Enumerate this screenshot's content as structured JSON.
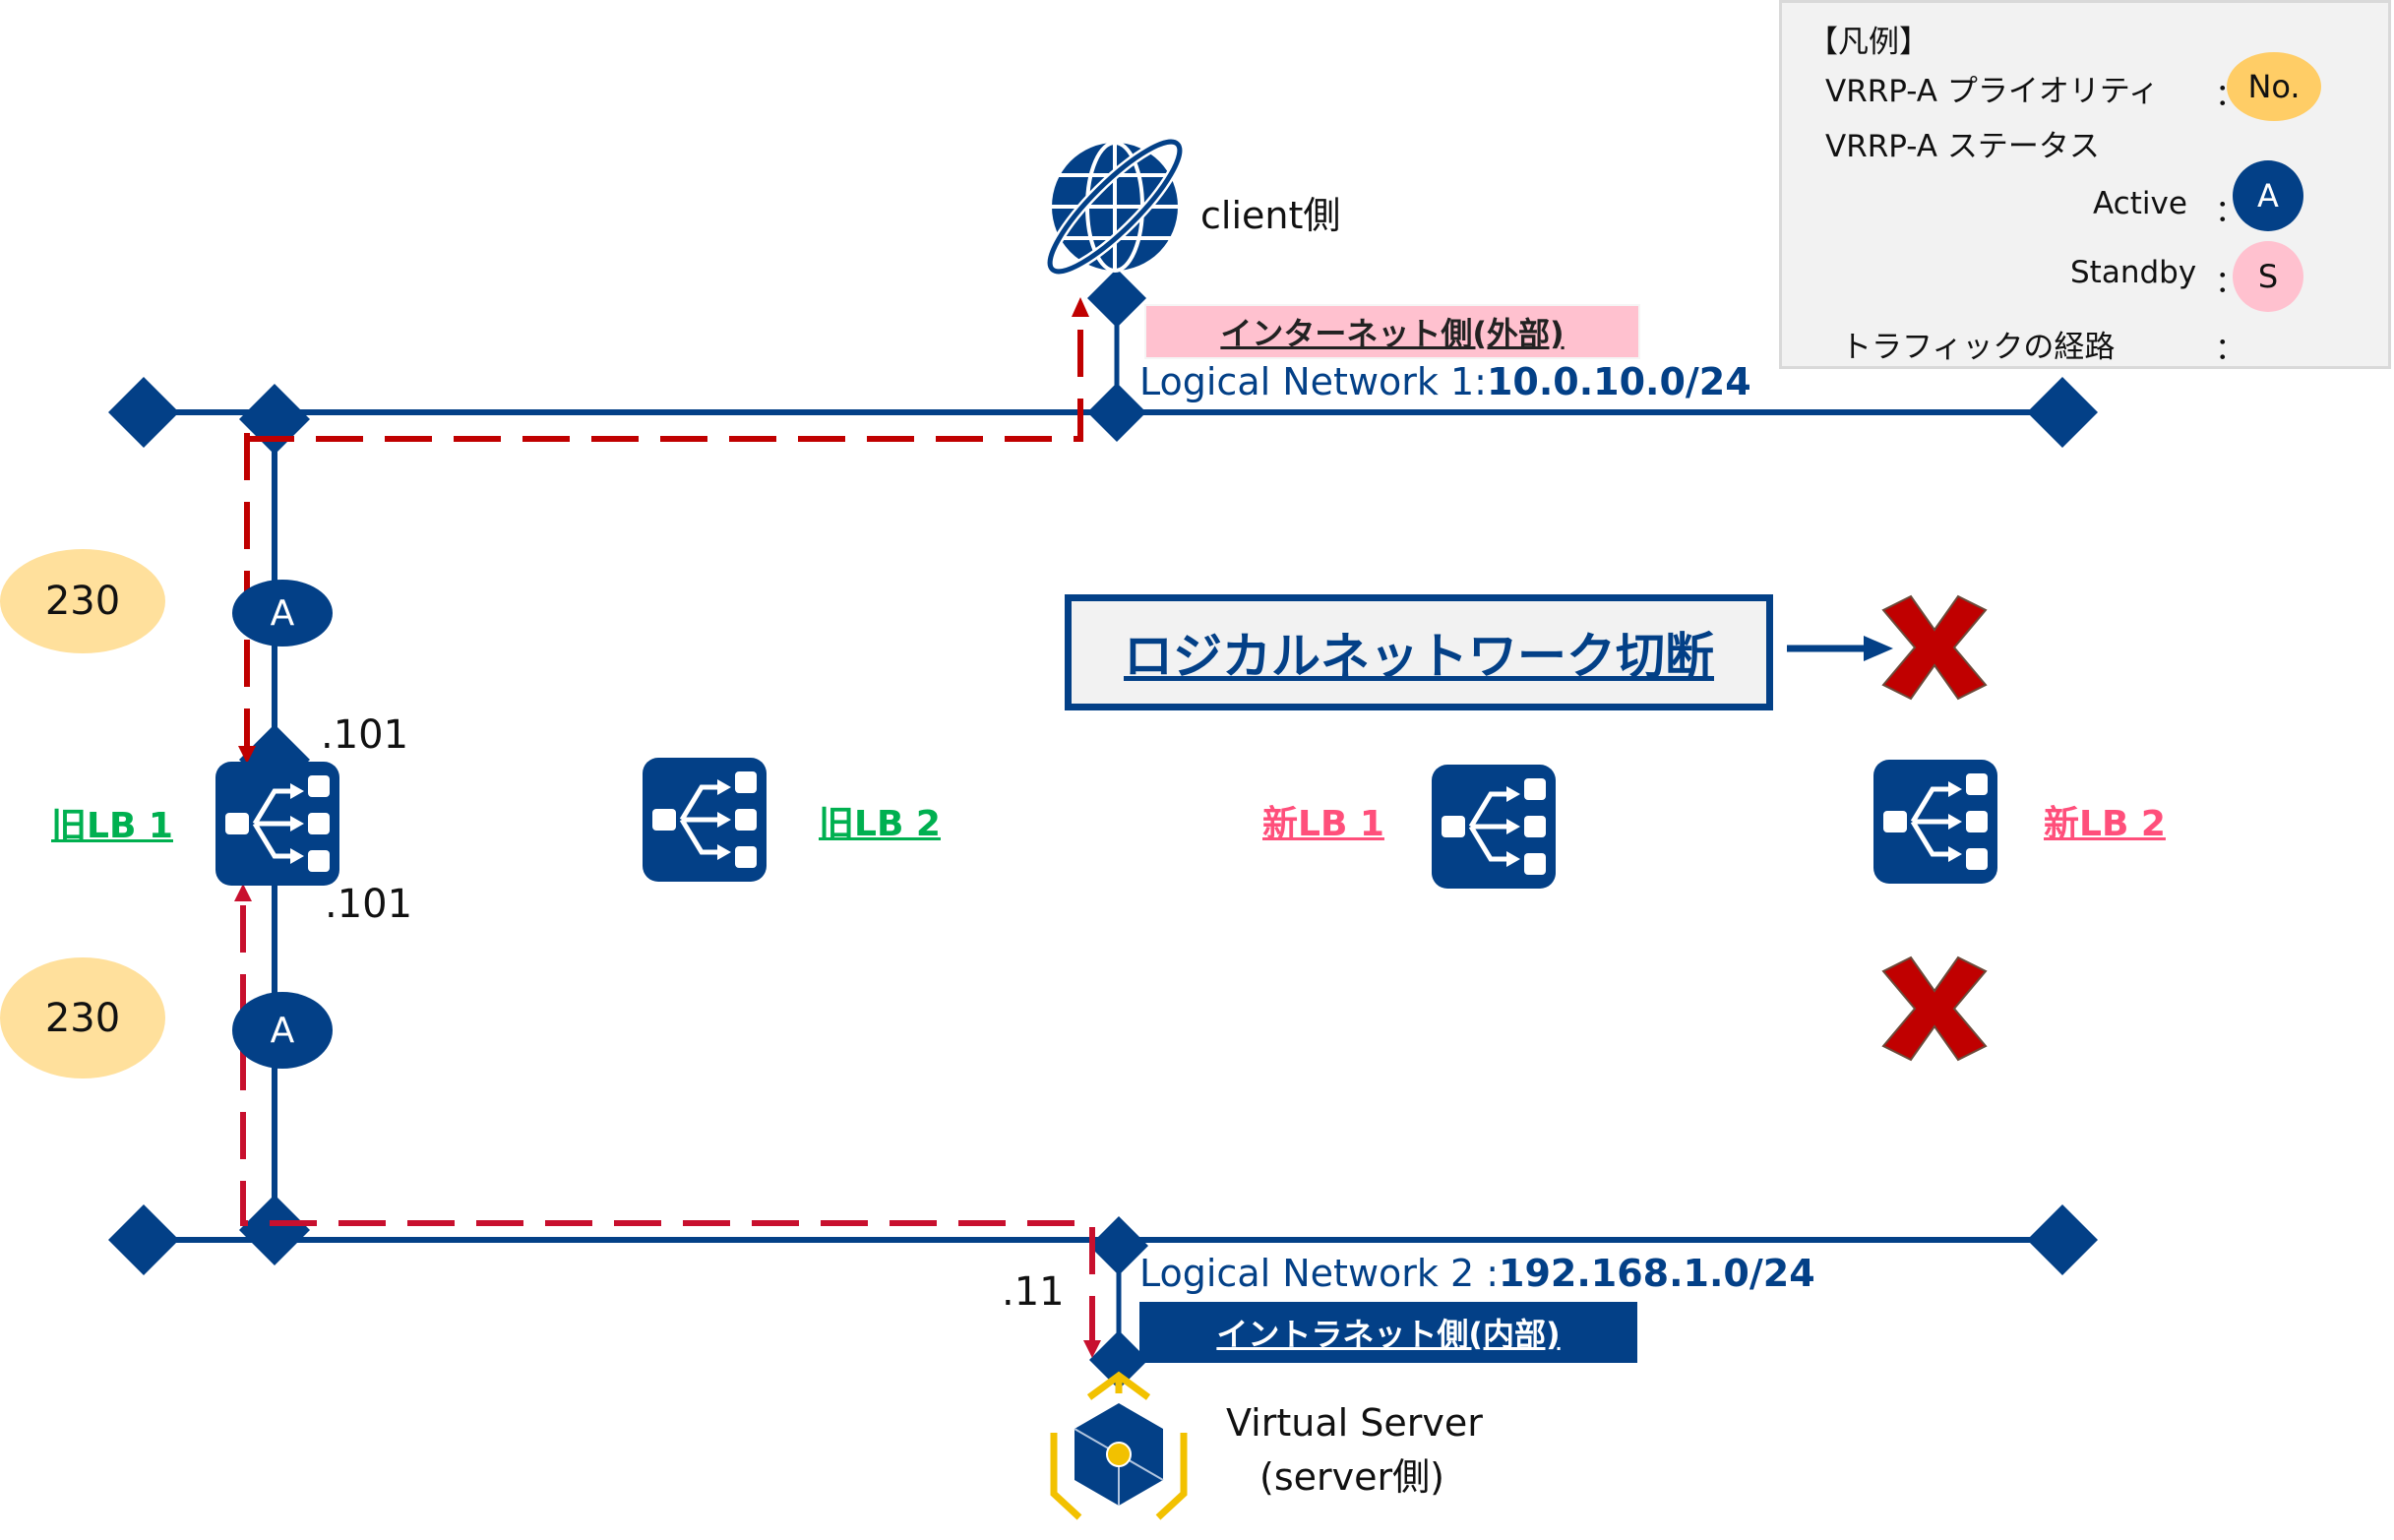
{
  "legend": {
    "title": "【凡例】",
    "priority_label": "VRRP-A プライオリティ",
    "priority_sep": "：",
    "priority_symbol": "No.",
    "status_label": "VRRP-A ステータス",
    "active_label": "Active",
    "active_sep": "：",
    "active_symbol": "A",
    "standby_label": "Standby",
    "standby_sep": "：",
    "standby_symbol": "S",
    "traffic_label": "トラフィックの経路",
    "traffic_sep": "："
  },
  "client": {
    "label": "client側"
  },
  "network1": {
    "side_label": "インターネット側(外部)",
    "name": "Logical Network 1:",
    "subnet": "10.0.10.0/24"
  },
  "network2": {
    "side_label": "イントラネット側(内部)",
    "name": "Logical Network 2 :",
    "subnet": "192.168.1.0/24"
  },
  "title_box": {
    "text": "ロジカルネットワーク切断"
  },
  "load_balancers": [
    {
      "label": "旧LB 1",
      "group": "old"
    },
    {
      "label": "旧LB 2",
      "group": "old"
    },
    {
      "label": "新LB 1",
      "group": "new"
    },
    {
      "label": "新LB 2",
      "group": "new"
    }
  ],
  "old_lb1": {
    "upper_priority": "230",
    "upper_status": "A",
    "upper_ip": ".101",
    "lower_priority": "230",
    "lower_status": "A",
    "lower_ip": ".101"
  },
  "server": {
    "ip": ".11",
    "line1": "Virtual Server",
    "line2": "(server側)"
  },
  "colors": {
    "navy": "#034087",
    "traffic_red": "#c00000",
    "old_green": "#00b050",
    "new_pink": "#ff4f7b",
    "priority_yellow": "#ffe09c",
    "standby_pink": "#ffc1cf"
  }
}
